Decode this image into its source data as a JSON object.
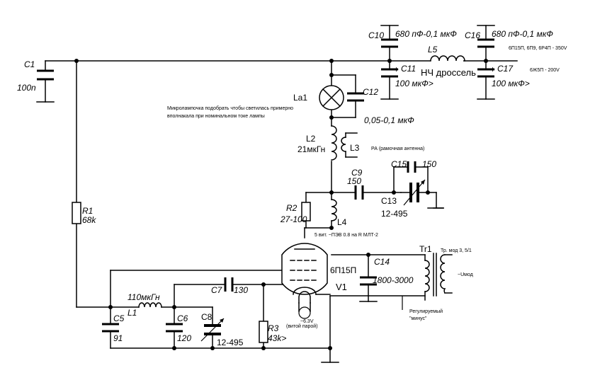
{
  "components": {
    "c1": {
      "ref": "C1",
      "value": "100n"
    },
    "r1": {
      "ref": "R1",
      "value": "68k"
    },
    "c10": {
      "ref": "C10",
      "value": "680 пФ-0,1 мкФ"
    },
    "c11": {
      "ref": "C11",
      "value": "100 мкФ>",
      "polarity": "+"
    },
    "l5": {
      "ref": "L5",
      "value": "НЧ дроссель"
    },
    "c16": {
      "ref": "C16",
      "value": "680 пФ-0,1 мкФ"
    },
    "c17": {
      "ref": "C17",
      "value": "100 мкФ>",
      "polarity": "+"
    },
    "la1": {
      "ref": "La1"
    },
    "c12": {
      "ref": "C12",
      "value": "0,05-0,1 мкФ"
    },
    "l2": {
      "ref": "L2",
      "value": "21мкГн"
    },
    "l3": {
      "ref": "L3"
    },
    "c9": {
      "ref": "C9",
      "value": "150"
    },
    "c15": {
      "ref": "C15",
      "value": "150"
    },
    "c13": {
      "ref": "C13",
      "value": "12-495"
    },
    "r2": {
      "ref": "R2",
      "value": "27-100"
    },
    "l4": {
      "ref": "L4"
    },
    "v1": {
      "ref": "V1",
      "type": "6П15П"
    },
    "c14": {
      "ref": "C14",
      "value": "1800-3000"
    },
    "tr1": {
      "ref": "Tr1"
    },
    "c7": {
      "ref": "C7",
      "value": "130"
    },
    "l1": {
      "ref": "L1",
      "value": "110мкГн"
    },
    "c5": {
      "ref": "C5",
      "value": "91"
    },
    "c6": {
      "ref": "C6",
      "value": "120"
    },
    "c8": {
      "ref": "C8",
      "value": "12-495"
    },
    "r3": {
      "ref": "R3",
      "value": "43k>"
    }
  },
  "notes": {
    "lamp_note_line1": "Микролампочка подобрать чтобы светилась примерно",
    "lamp_note_line2": "вполнакала при номинальном токе лампы",
    "supply_line1": "6П15П, 6П9, 6Р4П - 350V",
    "supply_line2": "6Ж5П - 200V",
    "l3_note": "РА (рамочная антенна)",
    "l4_note": "5 вит. ~ПЭВ 0.8 на R МЛТ-2",
    "tr1_note": "Тр. мод 3, 5/1",
    "umod": "~Uмод",
    "heater_line1": "~6.3V",
    "heater_line2": "(витой парой)",
    "minus_line1": "Регулируемый",
    "minus_line2": "\"минус\""
  }
}
